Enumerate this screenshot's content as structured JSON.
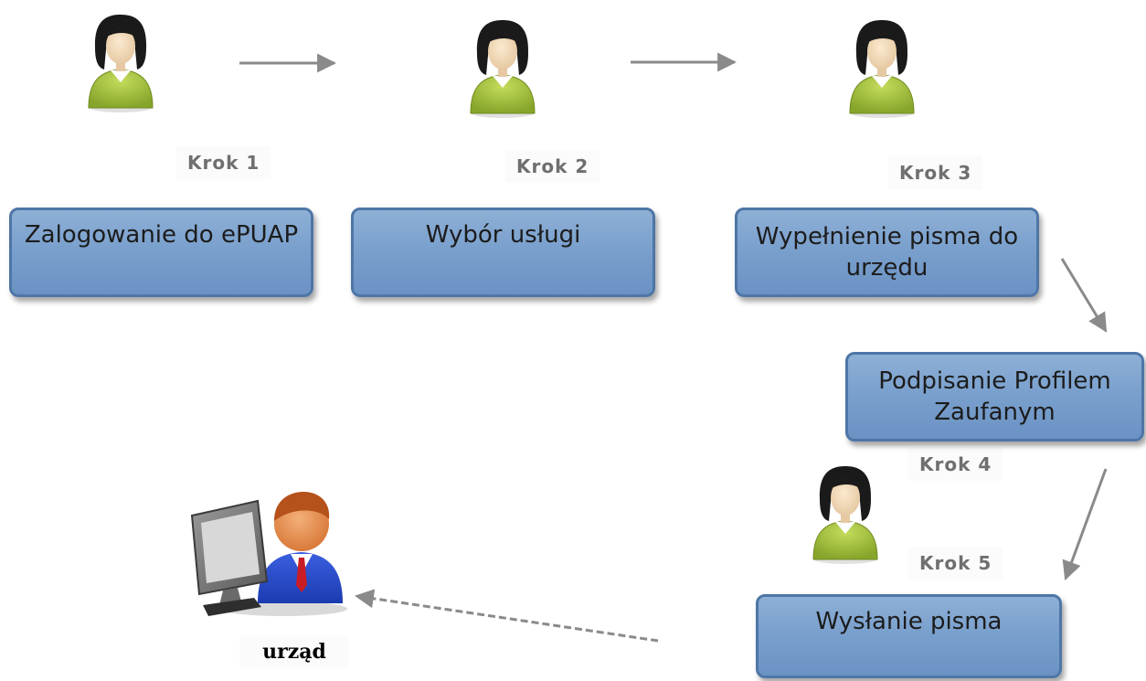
{
  "steps": [
    {
      "label": "Krok 1",
      "box": "Zalogowanie do ePUAP"
    },
    {
      "label": "Krok 2",
      "box": "Wybór usługi"
    },
    {
      "label": "Krok 3",
      "box": "Wypełnienie pisma do urzędu"
    },
    {
      "label": "Krok 4",
      "box": "Podpisanie Profilem Zaufanym"
    },
    {
      "label": "Krok 5",
      "box": "Wysłanie pisma"
    }
  ],
  "office": {
    "label": "urząd"
  },
  "icons": {
    "person": "user-icon",
    "office": "office-worker-computer-icon"
  },
  "colors": {
    "box_fill": "#7aa0cd",
    "box_border": "#4e76a6",
    "person_shirt": "#a3c13c",
    "arrow": "#8a8a8a"
  }
}
